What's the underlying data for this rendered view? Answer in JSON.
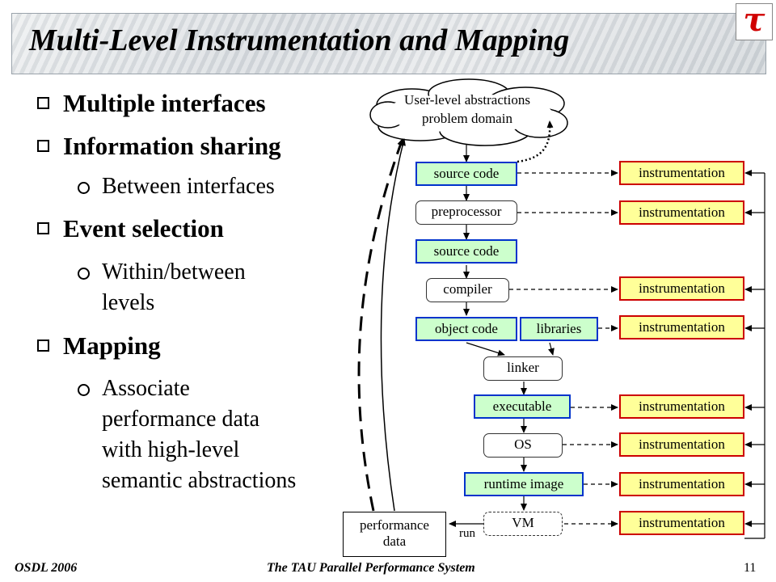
{
  "header": {
    "title": "Multi-Level Instrumentation and Mapping",
    "logo_glyph": "τ"
  },
  "bullets": [
    {
      "text": "Multiple interfaces"
    },
    {
      "text": "Information sharing",
      "subs": [
        "Between interfaces"
      ]
    },
    {
      "text": "Event selection",
      "subs": [
        "Within/between",
        "levels"
      ]
    },
    {
      "text": "Mapping",
      "subs": [
        "Associate",
        "performance data",
        "with high-level",
        "semantic abstractions"
      ]
    }
  ],
  "diagram": {
    "cloud": [
      "User-level abstractions",
      "problem domain"
    ],
    "source_code_1": "source code",
    "preprocessor": "preprocessor",
    "source_code_2": "source code",
    "compiler": "compiler",
    "object_code": "object code",
    "libraries": "libraries",
    "linker": "linker",
    "executable": "executable",
    "os": "OS",
    "runtime_image": "runtime image",
    "vm": "VM",
    "run": "run",
    "performance_data": [
      "performance",
      "data"
    ],
    "instrumentation": "instrumentation"
  },
  "footer": {
    "left": "OSDL 2006",
    "center": "The TAU Parallel Performance System",
    "page": "11"
  }
}
